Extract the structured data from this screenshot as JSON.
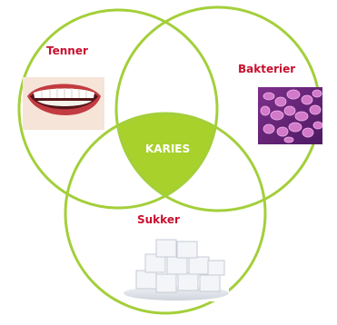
{
  "diagram": {
    "type": "venn",
    "sets": [
      {
        "id": "teeth",
        "label": "Tenner",
        "picture": "smiling-teeth-photo"
      },
      {
        "id": "bacteria",
        "label": "Bakterier",
        "picture": "bacteria-microscope-photo"
      },
      {
        "id": "sugar",
        "label": "Sukker",
        "picture": "sugar-cubes-photo"
      }
    ],
    "intersection": {
      "label": "KARIES",
      "sets": [
        "teeth",
        "bacteria",
        "sugar"
      ]
    }
  },
  "colors": {
    "circle_stroke": "#a3cf3a",
    "intersection_fill": "#a8d12b",
    "set_label": "#c8102e",
    "center_label": "#ffffff",
    "background": "#ffffff"
  }
}
